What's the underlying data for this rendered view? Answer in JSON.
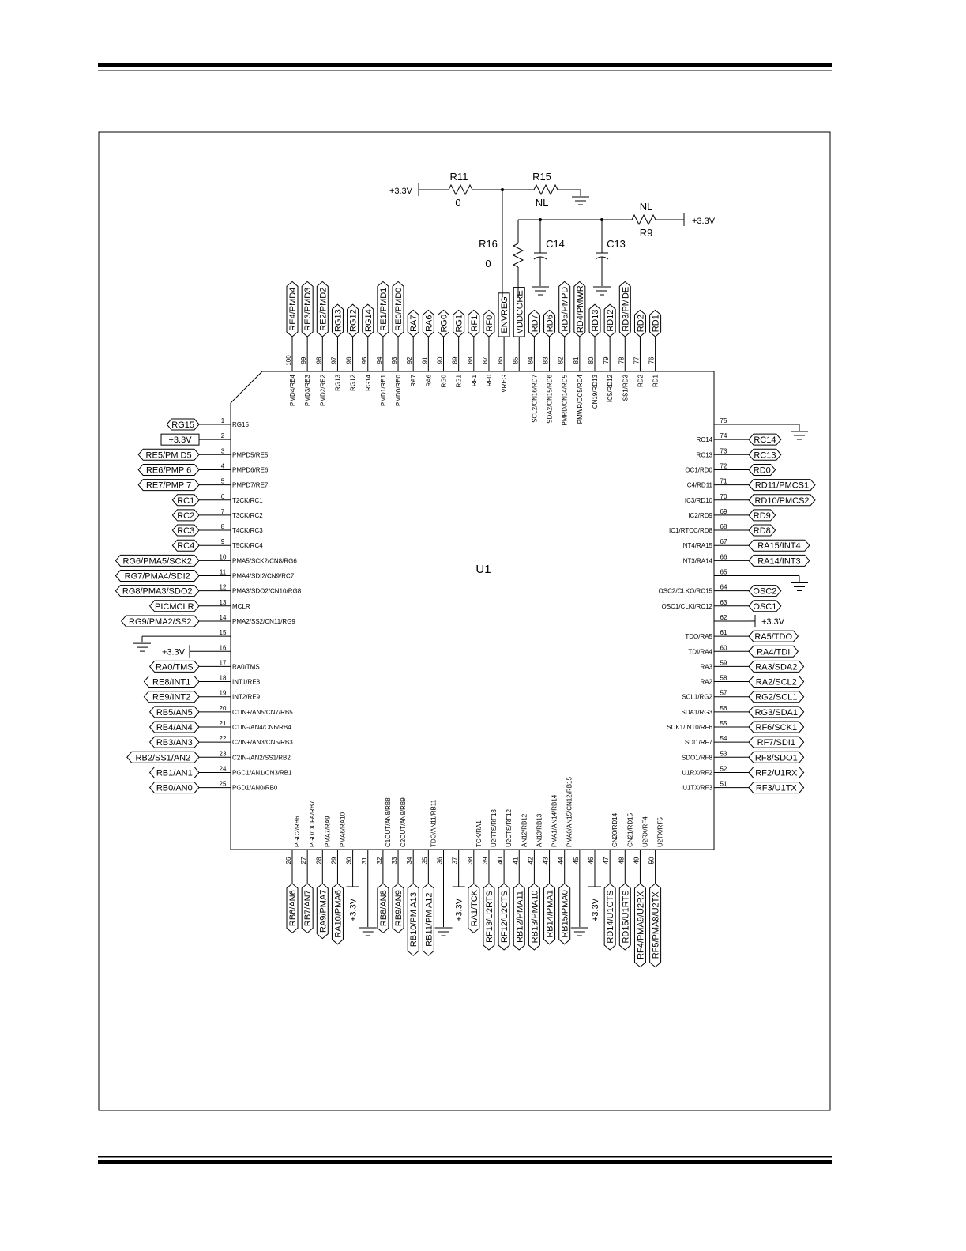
{
  "chip": {
    "ref": "U1"
  },
  "components": [
    {
      "id": "R11",
      "ref": "R11",
      "value": "0"
    },
    {
      "id": "R15",
      "ref": "R15",
      "value": "NL"
    },
    {
      "id": "R16",
      "ref": "R16",
      "value": "0"
    },
    {
      "id": "R9",
      "ref": "R9",
      "value": "NL"
    },
    {
      "id": "C14",
      "ref": "C14",
      "value": ""
    },
    {
      "id": "C13",
      "ref": "C13",
      "value": ""
    }
  ],
  "top_power_labels": [
    "+3.3V",
    "+3.3V"
  ],
  "left_pins": [
    {
      "num": "1",
      "name": "RG15",
      "net": "RG15"
    },
    {
      "num": "2",
      "name": "",
      "net": "+3.3V"
    },
    {
      "num": "3",
      "name": "PMPD5/RE5",
      "net": "RE5/PM D5"
    },
    {
      "num": "4",
      "name": "PMPD6/RE6",
      "net": "RE6/PMP 6"
    },
    {
      "num": "5",
      "name": "PMPD7/RE7",
      "net": "RE7/PMP 7"
    },
    {
      "num": "6",
      "name": "T2CK/RC1",
      "net": "RC1"
    },
    {
      "num": "7",
      "name": "T3CK/RC2",
      "net": "RC2"
    },
    {
      "num": "8",
      "name": "T4CK/RC3",
      "net": "RC3"
    },
    {
      "num": "9",
      "name": "T5CK/RC4",
      "net": "RC4"
    },
    {
      "num": "10",
      "name": "PMA5/SCK2/CN8/RG6",
      "net": "RG6/PMA5/SCK2"
    },
    {
      "num": "11",
      "name": "PMA4/SDI2/CN9/RC7",
      "net": "RG7/PMA4/SDI2"
    },
    {
      "num": "12",
      "name": "PMA3/SDO2/CN10/RG8",
      "net": "RG8/PMA3/SDO2"
    },
    {
      "num": "13",
      "name": "MCLR",
      "net": "PICMCLR"
    },
    {
      "num": "14",
      "name": "PMA2/SS2/CN11/RG9",
      "net": "RG9/PMA2/SS2"
    },
    {
      "num": "15",
      "name": "",
      "net": ""
    },
    {
      "num": "16",
      "name": "",
      "net": "+3.3V"
    },
    {
      "num": "17",
      "name": "RA0/TMS",
      "net": "RA0/TMS"
    },
    {
      "num": "18",
      "name": "INT1/RE8",
      "net": "RE8/INT1"
    },
    {
      "num": "19",
      "name": "INT2/RE9",
      "net": "RE9/INT2"
    },
    {
      "num": "20",
      "name": "C1IN+/AN5/CN7/RB5",
      "net": "RB5/AN5"
    },
    {
      "num": "21",
      "name": "C1IN-/AN4/CN6/RB4",
      "net": "RB4/AN4"
    },
    {
      "num": "22",
      "name": "C2IN+/AN3/CN5/RB3",
      "net": "RB3/AN3"
    },
    {
      "num": "23",
      "name": "C2IN-/AN2/SS1/RB2",
      "net": "RB2/SS1/AN2"
    },
    {
      "num": "24",
      "name": "PGC1/AN1/CN3/RB1",
      "net": "RB1/AN1"
    },
    {
      "num": "25",
      "name": "PGD1/AN0/RB0",
      "net": "RB0/AN0"
    }
  ],
  "right_pins": [
    {
      "num": "75",
      "name": "",
      "net": ""
    },
    {
      "num": "74",
      "name": "RC14",
      "net": "RC14"
    },
    {
      "num": "73",
      "name": "RC13",
      "net": "RC13"
    },
    {
      "num": "72",
      "name": "OC1/RD0",
      "net": "RD0"
    },
    {
      "num": "71",
      "name": "IC4/RD11",
      "net": "RD11/PMCS1"
    },
    {
      "num": "70",
      "name": "IC3/RD10",
      "net": "RD10/PMCS2"
    },
    {
      "num": "69",
      "name": "IC2/RD9",
      "net": "RD9"
    },
    {
      "num": "68",
      "name": "IC1/RTCC/RD8",
      "net": "RD8"
    },
    {
      "num": "67",
      "name": "INT4/RA15",
      "net": "RA15/INT4"
    },
    {
      "num": "66",
      "name": "INT3/RA14",
      "net": "RA14/INT3"
    },
    {
      "num": "65",
      "name": "",
      "net": ""
    },
    {
      "num": "64",
      "name": "OSC2/CLKO/RC15",
      "net": "OSC2"
    },
    {
      "num": "63",
      "name": "OSC1/CLKI/RC12",
      "net": "OSC1"
    },
    {
      "num": "62",
      "name": "",
      "net": "+3.3V"
    },
    {
      "num": "61",
      "name": "TDO/RA5",
      "net": "RA5/TDO"
    },
    {
      "num": "60",
      "name": "TDI/RA4",
      "net": "RA4/TDI"
    },
    {
      "num": "59",
      "name": "RA3",
      "net": "RA3/SDA2"
    },
    {
      "num": "58",
      "name": "RA2",
      "net": "RA2/SCL2"
    },
    {
      "num": "57",
      "name": "SCL1/RG2",
      "net": "RG2/SCL1"
    },
    {
      "num": "56",
      "name": "SDA1/RG3",
      "net": "RG3/SDA1"
    },
    {
      "num": "55",
      "name": "SCK1/INT0/RF6",
      "net": "RF6/SCK1"
    },
    {
      "num": "54",
      "name": "SDI1/RF7",
      "net": "RF7/SDI1"
    },
    {
      "num": "53",
      "name": "SDO1/RF8",
      "net": "RF8/SDO1"
    },
    {
      "num": "52",
      "name": "U1RX/RF2",
      "net": "RF2/U1RX"
    },
    {
      "num": "51",
      "name": "U1TX/RF3",
      "net": "RF3/U1TX"
    }
  ],
  "top_pins": [
    {
      "num": "100",
      "name": "PMD4/RE4",
      "net": "RE4/PMD4"
    },
    {
      "num": "99",
      "name": "PMD3/RE3",
      "net": "RE3/PMD3"
    },
    {
      "num": "98",
      "name": "PMD2/RE2",
      "net": "RE2/PMD2"
    },
    {
      "num": "97",
      "name": "RG13",
      "net": "RG13"
    },
    {
      "num": "96",
      "name": "RG12",
      "net": "RG12"
    },
    {
      "num": "95",
      "name": "RG14",
      "net": "RG14"
    },
    {
      "num": "94",
      "name": "PMD1/RE1",
      "net": "RE1/PMD1"
    },
    {
      "num": "93",
      "name": "PMD0/RE0",
      "net": "RE0/PMD0"
    },
    {
      "num": "92",
      "name": "RA7",
      "net": "RA7"
    },
    {
      "num": "91",
      "name": "RA6",
      "net": "RA6"
    },
    {
      "num": "90",
      "name": "RG0",
      "net": "RG0"
    },
    {
      "num": "89",
      "name": "RG1",
      "net": "RG1"
    },
    {
      "num": "88",
      "name": "RF1",
      "net": "RF1"
    },
    {
      "num": "87",
      "name": "RF0",
      "net": "RF0"
    },
    {
      "num": "86",
      "name": "VREG",
      "net": "ENVREG"
    },
    {
      "num": "85",
      "name": "",
      "net": "VDDCORE"
    },
    {
      "num": "84",
      "name": "SCL2/CN16/RD7",
      "net": "RD7"
    },
    {
      "num": "83",
      "name": "SDA2/CN15/RD6",
      "net": "RD6"
    },
    {
      "num": "82",
      "name": "PMRD/CN14/RD5",
      "net": "RD5/PMPD"
    },
    {
      "num": "81",
      "name": "PMWR/OC5/RD4",
      "net": "RD4/PMWR"
    },
    {
      "num": "80",
      "name": "CN19/RD13",
      "net": "RD13"
    },
    {
      "num": "79",
      "name": "IC5/RD12",
      "net": "RD12"
    },
    {
      "num": "78",
      "name": "SS1/RD3",
      "net": "RD3/PMDE"
    },
    {
      "num": "77",
      "name": "RD2",
      "net": "RD2"
    },
    {
      "num": "76",
      "name": "RD1",
      "net": "RD1"
    }
  ],
  "bottom_pins": [
    {
      "num": "26",
      "name": "PGC2/RB6",
      "net": "RB6/AN6"
    },
    {
      "num": "27",
      "name": "PGD/DCFA/RB7",
      "net": "RB7/AN7"
    },
    {
      "num": "28",
      "name": "PMA7/RA9",
      "net": "RA9/PMA7"
    },
    {
      "num": "29",
      "name": "PMA6/RA10",
      "net": "RA10/PMA6"
    },
    {
      "num": "30",
      "name": "",
      "net": "+3.3V"
    },
    {
      "num": "31",
      "name": "",
      "net": ""
    },
    {
      "num": "32",
      "name": "C1OUT/AN8/RB8",
      "net": "RB8/AN8"
    },
    {
      "num": "33",
      "name": "C2OUT/AN9/RB9",
      "net": "RB9/AN9"
    },
    {
      "num": "34",
      "name": "",
      "net": "RB10/PM A13"
    },
    {
      "num": "35",
      "name": "TDO/AN11/RB11",
      "net": "RB11/PM A12"
    },
    {
      "num": "36",
      "name": "",
      "net": ""
    },
    {
      "num": "37",
      "name": "",
      "net": "+3.3V"
    },
    {
      "num": "38",
      "name": "TCK/RA1",
      "net": "RA1/TCK"
    },
    {
      "num": "39",
      "name": "U2RTS/RF13",
      "net": "RF13/U2RTS"
    },
    {
      "num": "40",
      "name": "U2CTS/RF12",
      "net": "RF12/U2CTS"
    },
    {
      "num": "41",
      "name": "AN12/RB12",
      "net": "RB12/PMA11"
    },
    {
      "num": "42",
      "name": "AN13/RB13",
      "net": "RB13/PMA10"
    },
    {
      "num": "43",
      "name": "PMA1/AN14/RB14",
      "net": "RB14/PMA1"
    },
    {
      "num": "44",
      "name": "PMA0/AN15/CN12/RB15",
      "net": "RB15/PMA0"
    },
    {
      "num": "45",
      "name": "",
      "net": ""
    },
    {
      "num": "46",
      "name": "",
      "net": "+3.3V"
    },
    {
      "num": "47",
      "name": "CN20/RD14",
      "net": "RD14/U1CTS"
    },
    {
      "num": "48",
      "name": "CN21/RD15",
      "net": "RD15/U1RTS"
    },
    {
      "num": "49",
      "name": "U2RX/RF4",
      "net": "RF4/PMA9/U2RX"
    },
    {
      "num": "50",
      "name": "U2TX/RF5",
      "net": "RF5/PMA8/U2TX"
    }
  ]
}
